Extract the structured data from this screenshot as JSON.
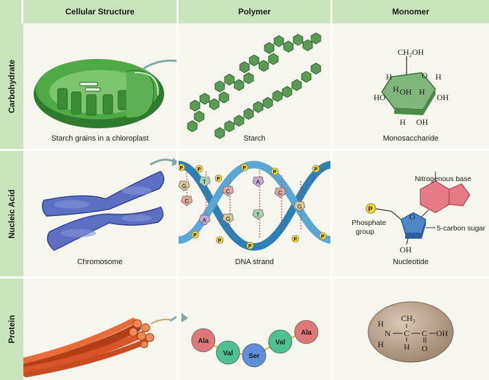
{
  "headers": {
    "cellular": "Cellular Structure",
    "polymer": "Polymer",
    "monomer": "Monomer"
  },
  "rows": {
    "carbohydrate": {
      "label": "Carbohydrate",
      "cellular_caption": "Starch grains in a chloroplast",
      "polymer_caption": "Starch",
      "monomer_caption": "Monosaccharide",
      "glucose_labels": {
        "ch2oh": "CH₂OH",
        "ring_o": "O",
        "h": "H",
        "oh": "OH",
        "ho": "HO"
      }
    },
    "nucleic_acid": {
      "label": "Nucleic Acid",
      "cellular_caption": "Chromosome",
      "polymer_caption": "DNA strand",
      "monomer_caption": "Nucleotide",
      "nucleotide_labels": {
        "nitrogenous_base": "Nitrogenous base",
        "phosphate": "Phosphate",
        "group": "group",
        "five_carbon_sugar": "5-carbon sugar",
        "p": "P",
        "ring_o": "O",
        "oh": "OH"
      },
      "base_letters": [
        "G",
        "C",
        "T",
        "A",
        "C",
        "G",
        "A",
        "T",
        "C",
        "G"
      ]
    },
    "protein": {
      "label": "Protein",
      "amino_acids": [
        "Ala",
        "Val",
        "Ser",
        "Val",
        "Ala"
      ],
      "amino_acid_colors": [
        "#e0787a",
        "#4fc08f",
        "#5f8fd6",
        "#4fc08f",
        "#e0787a"
      ],
      "amino_acid_labels": {
        "h": "H",
        "n": "N",
        "c": "C",
        "ch3": "CH₃",
        "oh": "OH",
        "o": "O"
      }
    }
  },
  "colors": {
    "header_bg": "#c9e3bd",
    "cell_bg": "#f6f6ee",
    "chloroplast": "#3f9a3c",
    "chromosome": "#5468b8",
    "dna_backbone": "#2f7fb4",
    "fiber": "#d9542a"
  }
}
